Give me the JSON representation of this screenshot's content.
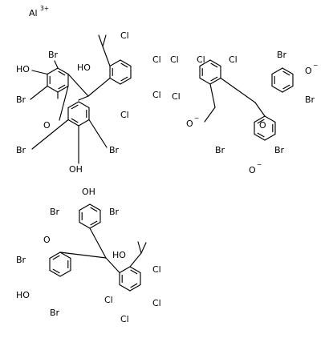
{
  "ion": {
    "symbol": "Al",
    "charge": "3+"
  },
  "atom_labels": {
    "Br": "Br",
    "Cl": "Cl",
    "HO": "HO",
    "OH": "OH",
    "O": "O",
    "O_minus": "−"
  },
  "molecules": [
    {
      "id": "top-left"
    },
    {
      "id": "top-right"
    },
    {
      "id": "bottom-left"
    }
  ]
}
